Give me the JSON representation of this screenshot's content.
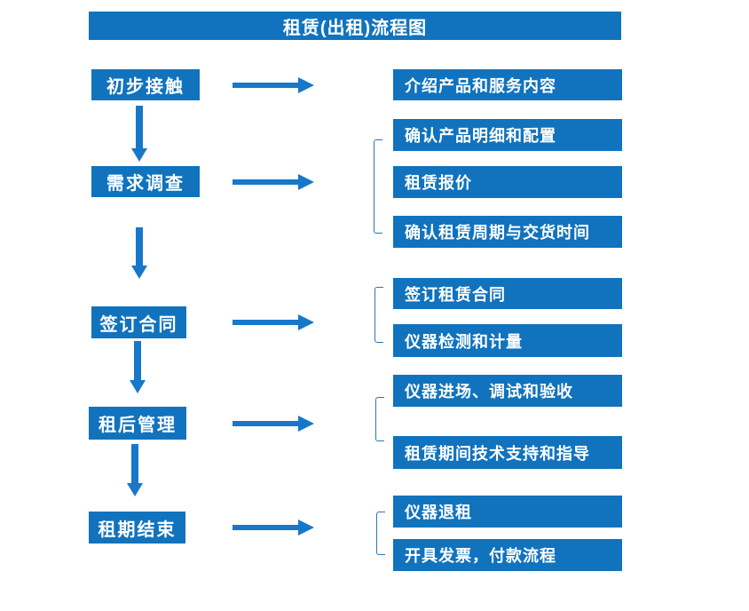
{
  "title": "租赁(出租)流程图",
  "colors": {
    "box_blue": "#1173BD",
    "arrow_blue": "#1778C9",
    "bracket_blue": "#2E74B5",
    "text_white": "#FFFFFF",
    "background": "#FFFFFF"
  },
  "steps": [
    {
      "label": "初步接触",
      "outputs": [
        "介绍产品和服务内容"
      ]
    },
    {
      "label": "需求调查",
      "outputs": [
        "确认产品明细和配置",
        "租赁报价",
        "确认租赁周期与交货时间"
      ]
    },
    {
      "label": "签订合同",
      "outputs": [
        "签订租赁合同",
        "仪器检测和计量"
      ]
    },
    {
      "label": "租后管理",
      "outputs": [
        "仪器进场、调试和验收",
        "租赁期间技术支持和指导"
      ]
    },
    {
      "label": "租期结束",
      "outputs": [
        "仪器退租",
        "开具发票，付款流程"
      ]
    }
  ]
}
